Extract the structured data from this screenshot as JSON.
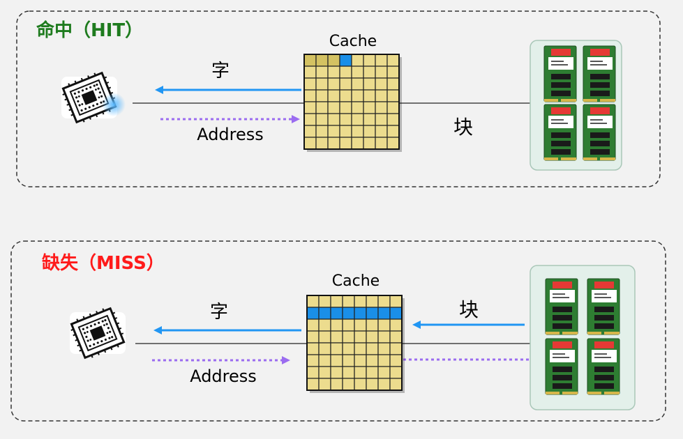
{
  "hit_panel": {
    "title": "命中（HIT）",
    "title_color": "#1e7b1e",
    "cache_label": "Cache",
    "word_label": "字",
    "address_label": "Address",
    "block_label": "块"
  },
  "miss_panel": {
    "title": "缺失（MISS）",
    "title_color": "#ff1a1a",
    "cache_label": "Cache",
    "word_label": "字",
    "address_label": "Address",
    "block_label": "块"
  },
  "colors": {
    "cache_cell": "#ecdc8e",
    "cache_cell_dark": "#d4c262",
    "highlight_blue": "#1a8fe8",
    "arrow_blue": "#2196f3",
    "arrow_purple": "#9b6cf0",
    "ram_green": "#2e7d32"
  },
  "icons": {
    "cpu": "cpu-chip-icon",
    "memory": "memory-modules-icon"
  }
}
